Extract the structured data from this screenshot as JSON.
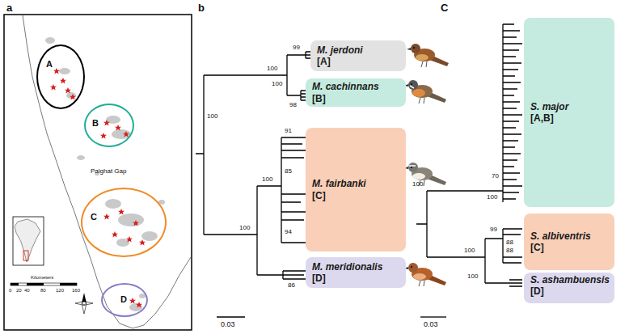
{
  "diagram": {
    "nodes": [
      {
        "text": [
          "A"
        ]
      },
      {
        "text": [
          "B"
        ]
      },
      {
        "text": [
          "C"
        ]
      },
      {
        "text": [
          "D"
        ]
      },
      {
        "text": [
          "M. jerdoni",
          "[A]"
        ]
      },
      {
        "text": [
          "M. cachinnans",
          "[B]"
        ]
      },
      {
        "text": [
          "M. fairbanki",
          "[C]"
        ]
      },
      {
        "text": [
          "M. meridionalis",
          "[D]"
        ]
      },
      {
        "text": [
          "S. major",
          "[A,B]"
        ]
      },
      {
        "text": [
          "S. albiventris",
          "[C]"
        ]
      },
      {
        "text": [
          "S. ashambuensis",
          "[D]"
        ]
      }
    ],
    "labels": [
      "a",
      "Palghat Gap",
      "Kilometers",
      "0",
      "20",
      "40",
      "80",
      "120",
      "160",
      "b",
      "100",
      "100",
      "99",
      "100",
      "98",
      "100",
      "100",
      "91",
      "85",
      "94",
      "86",
      "0.03",
      "C",
      "100",
      "70",
      "100",
      "100",
      "99",
      "88",
      "88",
      "100",
      "0.03"
    ]
  }
}
